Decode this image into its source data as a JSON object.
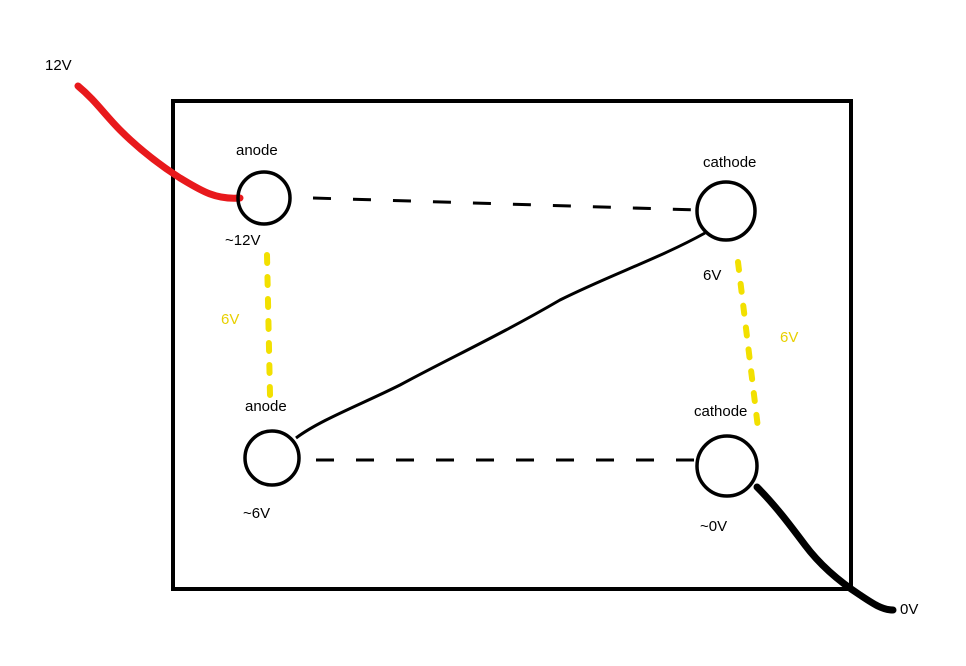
{
  "colors": {
    "positive_wire": "#e8191c",
    "negative_wire": "#000000",
    "voltage_drop": "#f2e000",
    "outline": "#000000"
  },
  "supply": {
    "positive_label": "12V",
    "negative_label": "0V"
  },
  "components": {
    "top_left": {
      "name": "anode",
      "voltage": "~12V"
    },
    "bottom_left": {
      "name": "anode",
      "voltage": "~6V"
    },
    "top_right": {
      "name": "cathode",
      "voltage": "6V"
    },
    "bottom_right": {
      "name": "cathode",
      "voltage": "~0V"
    }
  },
  "drops": {
    "left": "6V",
    "right": "6V"
  }
}
